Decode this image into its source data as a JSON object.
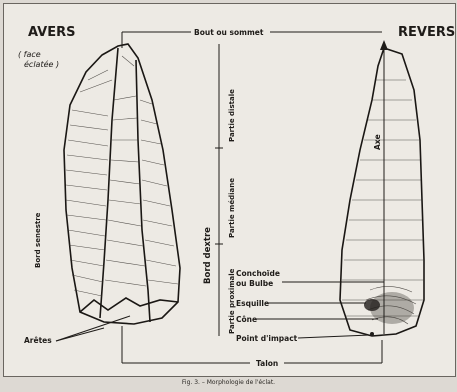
{
  "labels": {
    "avers": "AVERS",
    "revers": "REVERS",
    "handwritten_note": "( face\n  éclatée )",
    "bout": "Bout ou sommet",
    "partie_distale": "Partie distale",
    "partie_mediane": "Partie médiane",
    "partie_proximale": "Partie proximale",
    "bord_dextre": "Bord dextre",
    "bord_senestre": "Bord senestre",
    "axe": "Axe",
    "conchoide": "Conchoïde",
    "ou_bulbe": "ou Bulbe",
    "esquille": "Esquille",
    "cone": "Cône",
    "point_impact": "Point d'impact",
    "talon": "Talon",
    "aretes": "Arêtes"
  },
  "caption": "Fig. 3. – Morphologie de l'éclat.",
  "colors": {
    "ink": "#1f1c19",
    "paper": "#edeae4",
    "background": "#ddd9d3"
  }
}
